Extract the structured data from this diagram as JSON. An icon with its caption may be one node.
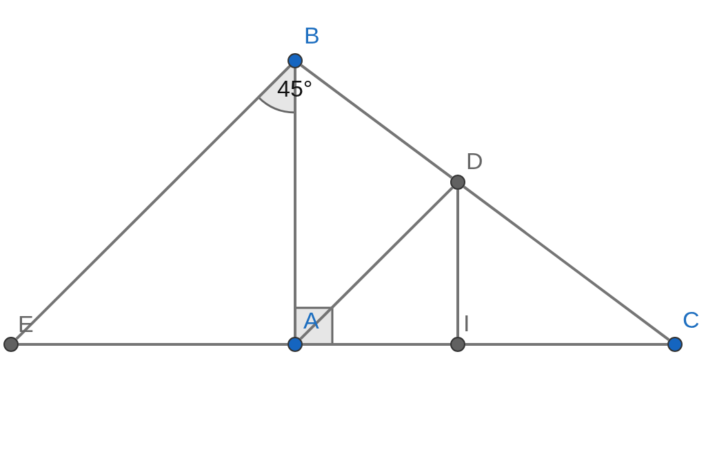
{
  "diagram": {
    "nodes": [
      {
        "text": [],
        "shape": "circle",
        "beside": [
          "B"
        ]
      },
      {
        "text": [],
        "shape": "circle",
        "beside": [
          "D"
        ]
      },
      {
        "text": [],
        "shape": "circle",
        "beside": [
          "E"
        ]
      },
      {
        "text": [],
        "shape": "circle",
        "beside": [
          "A"
        ]
      },
      {
        "text": [],
        "shape": "circle",
        "beside": [
          "I"
        ]
      },
      {
        "text": [],
        "shape": "circle",
        "beside": [
          "C"
        ]
      }
    ],
    "edges": [
      {
        "from": 0,
        "to": 2,
        "arrow": "none"
      },
      {
        "from": 0,
        "to": 3,
        "arrow": "none"
      },
      {
        "from": 0,
        "to": 1,
        "arrow": "none"
      },
      {
        "from": 1,
        "to": 5,
        "arrow": "none"
      },
      {
        "from": 3,
        "to": 1,
        "arrow": "none"
      },
      {
        "from": 1,
        "to": 4,
        "arrow": "none"
      },
      {
        "from": 2,
        "to": 3,
        "arrow": "none"
      },
      {
        "from": 3,
        "to": 4,
        "arrow": "none"
      },
      {
        "from": 4,
        "to": 5,
        "arrow": "none"
      }
    ],
    "labels": [
      "45°"
    ]
  }
}
